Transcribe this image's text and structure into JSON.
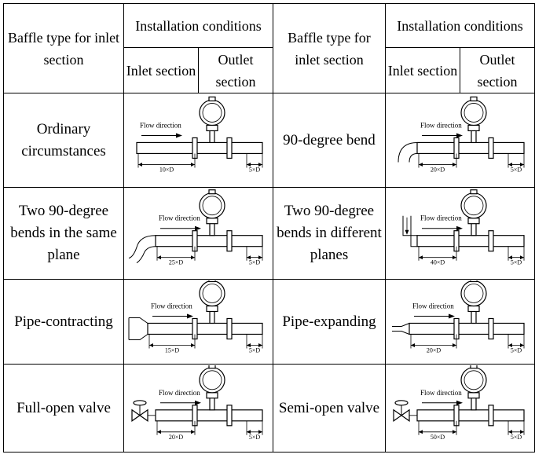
{
  "header": {
    "baffle_type": "Baffle type for inlet section",
    "installation_conditions": "Installation conditions",
    "inlet_section": "Inlet section",
    "outlet_section": "Outlet section"
  },
  "rows": [
    [
      {
        "label": "Ordinary circumstances",
        "flow": "Flow direction",
        "inlet_dim": "10×D",
        "outlet_dim": "5×D",
        "inlet_type": "straight"
      },
      {
        "label": "90-degree bend",
        "flow": "Flow direction",
        "inlet_dim": "20×D",
        "outlet_dim": "5×D",
        "inlet_type": "bend"
      }
    ],
    [
      {
        "label": "Two 90-degree bends in the same plane",
        "flow": "Flow direction",
        "inlet_dim": "25×D",
        "outlet_dim": "5×D",
        "inlet_type": "double-bend"
      },
      {
        "label": "Two 90-degree bends in different planes",
        "flow": "Flow direction",
        "inlet_dim": "40×D",
        "outlet_dim": "5×D",
        "inlet_type": "double-bend-3d"
      }
    ],
    [
      {
        "label": "Pipe-contracting",
        "flow": "Flow direction",
        "inlet_dim": "15×D",
        "outlet_dim": "5×D",
        "inlet_type": "contracting"
      },
      {
        "label": "Pipe-expanding",
        "flow": "Flow direction",
        "inlet_dim": "20×D",
        "outlet_dim": "5×D",
        "inlet_type": "expanding"
      }
    ],
    [
      {
        "label": "Full-open valve",
        "flow": "Flow direction",
        "inlet_dim": "20×D",
        "outlet_dim": "5×D",
        "inlet_type": "valve"
      },
      {
        "label": "Semi-open valve",
        "flow": "Flow direction",
        "inlet_dim": "50×D",
        "outlet_dim": "5×D",
        "inlet_type": "valve"
      }
    ]
  ]
}
